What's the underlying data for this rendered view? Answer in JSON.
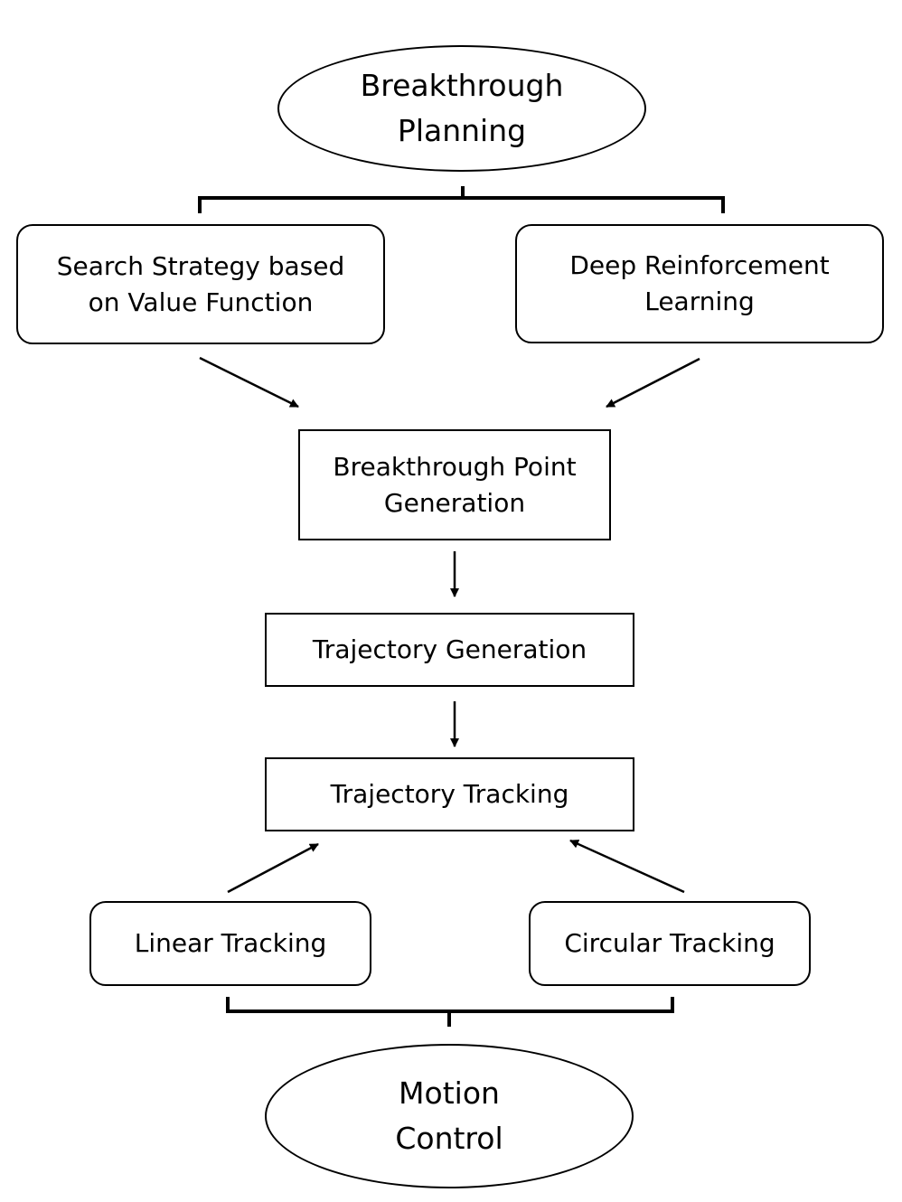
{
  "nodes": {
    "breakthrough_planning": {
      "line1": "Breakthrough",
      "line2": "Planning"
    },
    "search_strategy": {
      "line1": "Search Strategy based",
      "line2": "on Value Function"
    },
    "deep_rl": {
      "line1": "Deep Reinforcement",
      "line2": "Learning"
    },
    "breakthrough_point": {
      "line1": "Breakthrough Point",
      "line2": "Generation"
    },
    "trajectory_generation": {
      "label": "Trajectory Generation"
    },
    "trajectory_tracking": {
      "label": "Trajectory Tracking"
    },
    "linear_tracking": {
      "label": "Linear Tracking"
    },
    "circular_tracking": {
      "label": "Circular Tracking"
    },
    "motion_control": {
      "line1": "Motion",
      "line2": "Control"
    }
  },
  "colors": {
    "stroke": "#000000",
    "background": "#ffffff"
  }
}
